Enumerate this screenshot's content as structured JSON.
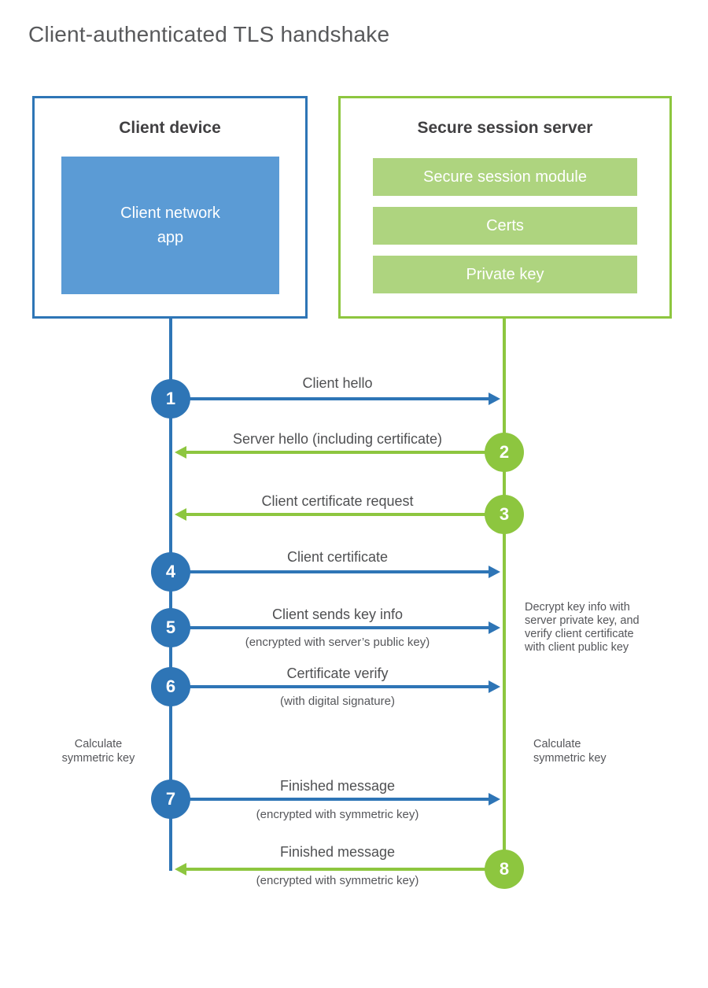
{
  "title": "Client-authenticated TLS handshake",
  "colors": {
    "blue": "#2e75b6",
    "blue_fill": "#5b9bd5",
    "green": "#8dc63f",
    "green_fill": "#aed47f"
  },
  "client": {
    "title": "Client device",
    "app": "Client network\napp"
  },
  "server": {
    "title": "Secure session server",
    "modules": [
      "Secure session module",
      "Certs",
      "Private key"
    ]
  },
  "steps": [
    {
      "num": "1",
      "from": "client",
      "direction": "right",
      "label": "Client hello",
      "sub": ""
    },
    {
      "num": "2",
      "from": "server",
      "direction": "left",
      "label": "Server hello (including certificate)",
      "sub": ""
    },
    {
      "num": "3",
      "from": "server",
      "direction": "left",
      "label": "Client certificate request",
      "sub": ""
    },
    {
      "num": "4",
      "from": "client",
      "direction": "right",
      "label": "Client certificate",
      "sub": ""
    },
    {
      "num": "5",
      "from": "client",
      "direction": "right",
      "label": "Client sends key info",
      "sub": "(encrypted with server’s public key)"
    },
    {
      "num": "6",
      "from": "client",
      "direction": "right",
      "label": "Certificate verify",
      "sub": "(with digital signature)"
    },
    {
      "num": "7",
      "from": "client",
      "direction": "right",
      "label": "Finished message",
      "sub": "(encrypted with symmetric key)"
    },
    {
      "num": "8",
      "from": "server",
      "direction": "left",
      "label": "Finished message",
      "sub": "(encrypted with symmetric key)"
    }
  ],
  "notes": {
    "decrypt": "Decrypt key info with\nserver private key, and\nverify client certificate\nwith client public key",
    "calc_left": "Calculate\nsymmetric key",
    "calc_right": "Calculate\nsymmetric key"
  }
}
